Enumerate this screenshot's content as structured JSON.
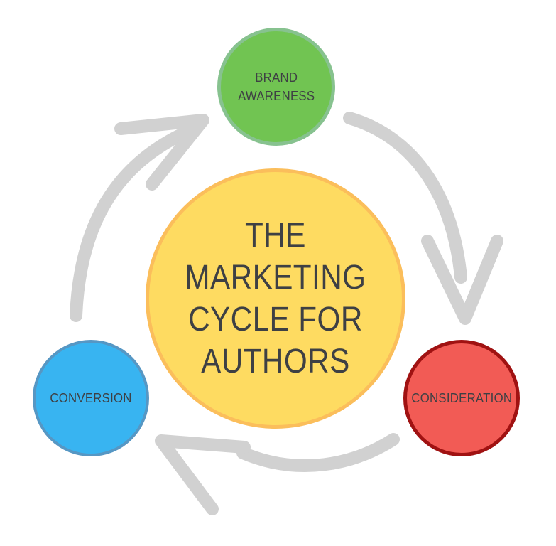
{
  "canvas": {
    "background": "#FFFFFF"
  },
  "title": {
    "text": "THE\nMARKETING\nCYCLE FOR\nAUTHORS",
    "fill": "#FEDB61",
    "border": "#FBBE5B",
    "text_color": "#3E4044"
  },
  "nodes": [
    {
      "id": "brand-awareness",
      "label": "BRAND\nAWARENESS",
      "fill": "#71C452",
      "border": "#87C28F",
      "position": "top"
    },
    {
      "id": "consideration",
      "label": "CONSIDERATION",
      "fill": "#F25B55",
      "border": "#A01212",
      "position": "right"
    },
    {
      "id": "conversion",
      "label": "CONVERSION",
      "fill": "#38B4F1",
      "border": "#5697C4",
      "position": "left"
    }
  ],
  "arrows": {
    "color": "#D1D1D1",
    "items": [
      {
        "from": "conversion",
        "to": "brand-awareness",
        "direction": "up-right"
      },
      {
        "from": "brand-awareness",
        "to": "consideration",
        "direction": "down-right"
      },
      {
        "from": "consideration",
        "to": "conversion",
        "direction": "left"
      }
    ]
  }
}
